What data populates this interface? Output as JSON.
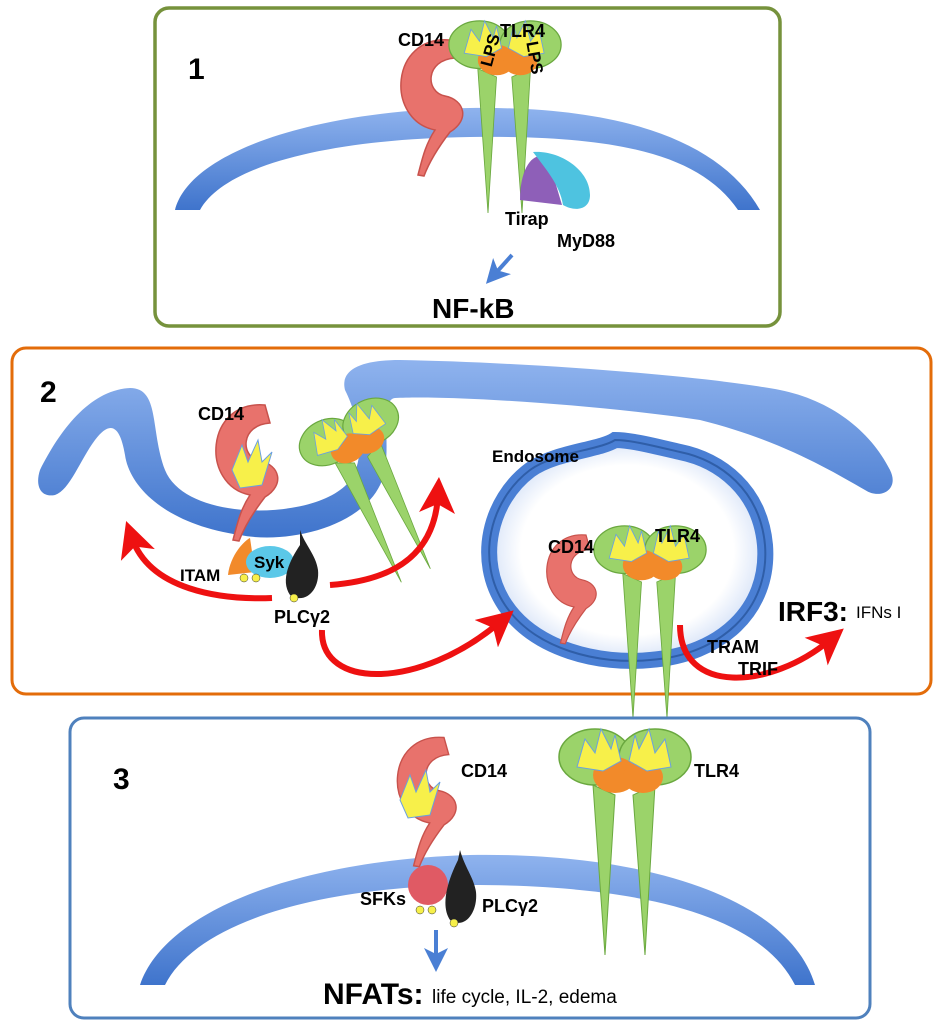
{
  "panels": [
    {
      "number": "1",
      "border_color": "#76923c",
      "labels": {
        "cd14": "CD14",
        "tlr4": "TLR4",
        "lps_left": "LPS",
        "lps_right": "LPS",
        "tirap": "Tirap",
        "myd88": "MyD88",
        "output": "NF-kB"
      }
    },
    {
      "number": "2",
      "border_color": "#e36c0a",
      "labels": {
        "cd14": "CD14",
        "itam": "ITAM",
        "syk": "Syk",
        "plcg2": "PLCγ2",
        "endosome": "Endosome",
        "cd14_endo": "CD14",
        "tlr4_endo": "TLR4",
        "irf3": "IRF3:",
        "irf3_suffix": "IFNs I",
        "tram": "TRAM",
        "trif": "TRIF"
      }
    },
    {
      "number": "3",
      "border_color": "#4f81bd",
      "labels": {
        "cd14": "CD14",
        "tlr4": "TLR4",
        "sfks": "SFKs",
        "plcg2": "PLCγ2",
        "nfats": "NFATs:",
        "nfats_suffix": "life cycle, IL-2, edema"
      }
    }
  ],
  "colors": {
    "membrane": "#4a7fd4",
    "cd14": "#e8726c",
    "tlr4": "#9bd36a",
    "md2": "#f28a2a",
    "lps": "#f7f04a",
    "arrow_red": "#ee1111",
    "arrow_blue": "#4a7fd4",
    "tirap": "#8e5fb8",
    "myd88": "#4ec3e0",
    "syk": "#5bc8e8",
    "plc": "#222222",
    "sfk": "#e05a64"
  }
}
